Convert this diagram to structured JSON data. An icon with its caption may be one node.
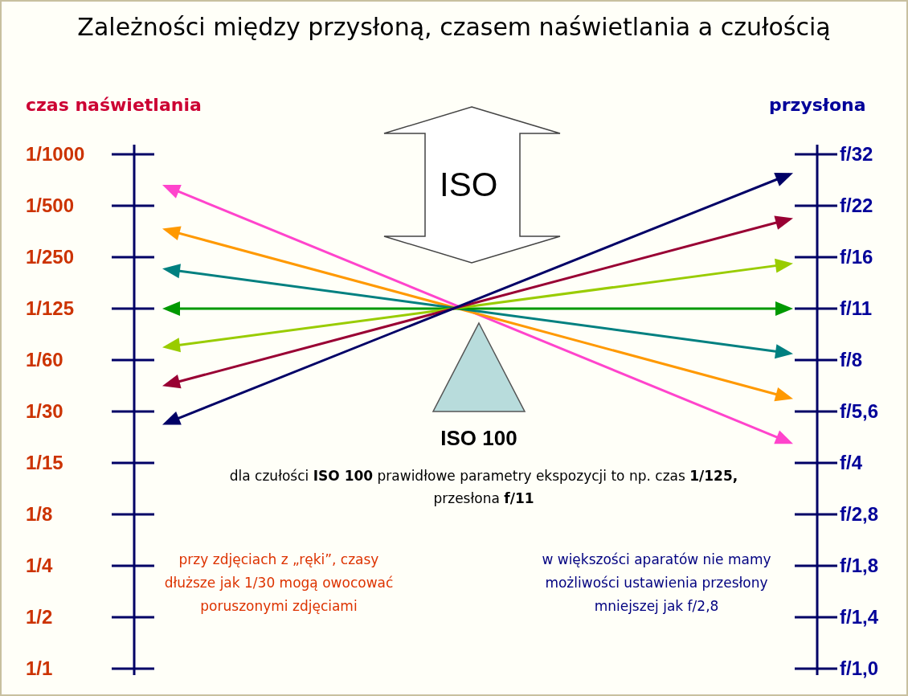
{
  "diagram": {
    "title": "Zależności między przysłoną, czasem naświetlania a czułością",
    "nodes": [
      {
        "text": [
          "1/1000"
        ]
      },
      {
        "text": [
          "1/500"
        ]
      },
      {
        "text": [
          "1/250"
        ]
      },
      {
        "text": [
          "1/125"
        ]
      },
      {
        "text": [
          "1/60"
        ]
      },
      {
        "text": [
          "1/30"
        ]
      },
      {
        "text": [
          "1/15"
        ]
      },
      {
        "text": [
          "1/8"
        ]
      },
      {
        "text": [
          "1/4"
        ]
      },
      {
        "text": [
          "1/2"
        ]
      },
      {
        "text": [
          "1/1"
        ]
      },
      {
        "text": [
          "f/32"
        ]
      },
      {
        "text": [
          "f/22"
        ]
      },
      {
        "text": [
          "f/16"
        ]
      },
      {
        "text": [
          "f/11"
        ]
      },
      {
        "text": [
          "f/8"
        ]
      },
      {
        "text": [
          "f/5,6"
        ]
      },
      {
        "text": [
          "f/4"
        ]
      },
      {
        "text": [
          "f/2,8"
        ]
      },
      {
        "text": [
          "f/1,8"
        ]
      },
      {
        "text": [
          "f/1,4"
        ]
      },
      {
        "text": [
          "f/1,0"
        ]
      },
      {
        "text": [
          "ISO"
        ]
      },
      {
        "text": [
          "ISO 100"
        ]
      }
    ],
    "edges": [
      {
        "from": 0,
        "to": 17,
        "arrow": "both",
        "color": "#ff44cc"
      },
      {
        "from": 1,
        "to": 16,
        "arrow": "both",
        "color": "#ff9900"
      },
      {
        "from": 2,
        "to": 15,
        "arrow": "both",
        "color": "#008080"
      },
      {
        "from": 3,
        "to": 14,
        "arrow": "both",
        "color": "#009900"
      },
      {
        "from": 4,
        "to": 13,
        "arrow": "both",
        "color": "#99cc00"
      },
      {
        "from": 5,
        "to": 12,
        "arrow": "both",
        "color": "#990033"
      },
      {
        "from": 6,
        "to": 11,
        "arrow": "both",
        "color": "#000066"
      }
    ],
    "labels": [
      "czas naświetlania",
      "przysłona",
      "dla czułości **ISO 100** prawidłowe parametry ekspozycji to np. czas **1/125,** przesłona **f/11**",
      "przy zdjęciach z „ręki”, czasy dłuższe jak 1/30 mogą owocować poruszonymi zdjęciami",
      "w większości aparatów nie mamy możliwości ustawienia przesłony mniejszej jak f/2,8"
    ]
  }
}
